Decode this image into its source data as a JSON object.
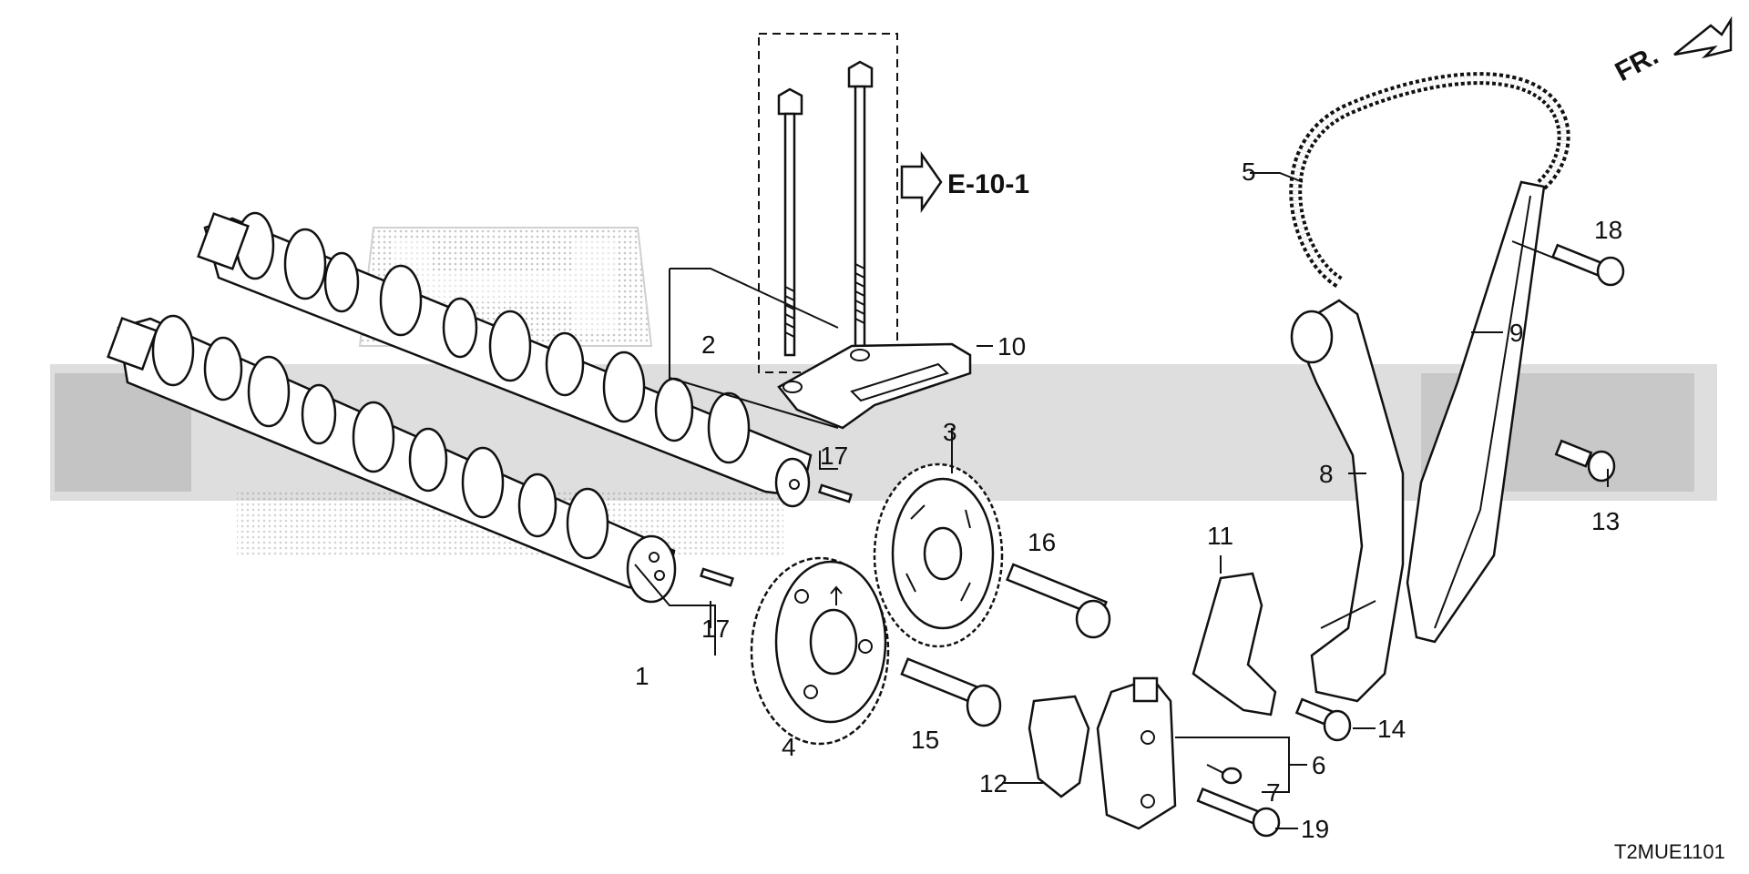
{
  "figure_code": "T2MUE1101",
  "reference_label": "E-10-1",
  "direction_label": "FR.",
  "callouts": {
    "c1": "1",
    "c2": "2",
    "c3": "3",
    "c4": "4",
    "c5": "5",
    "c6": "6",
    "c7": "7",
    "c8": "8",
    "c9": "9",
    "c10": "10",
    "c11": "11",
    "c12": "12",
    "c13": "13",
    "c14": "14",
    "c15": "15",
    "c16": "16",
    "c17a": "17",
    "c17b": "17",
    "c18": "18",
    "c19": "19"
  }
}
